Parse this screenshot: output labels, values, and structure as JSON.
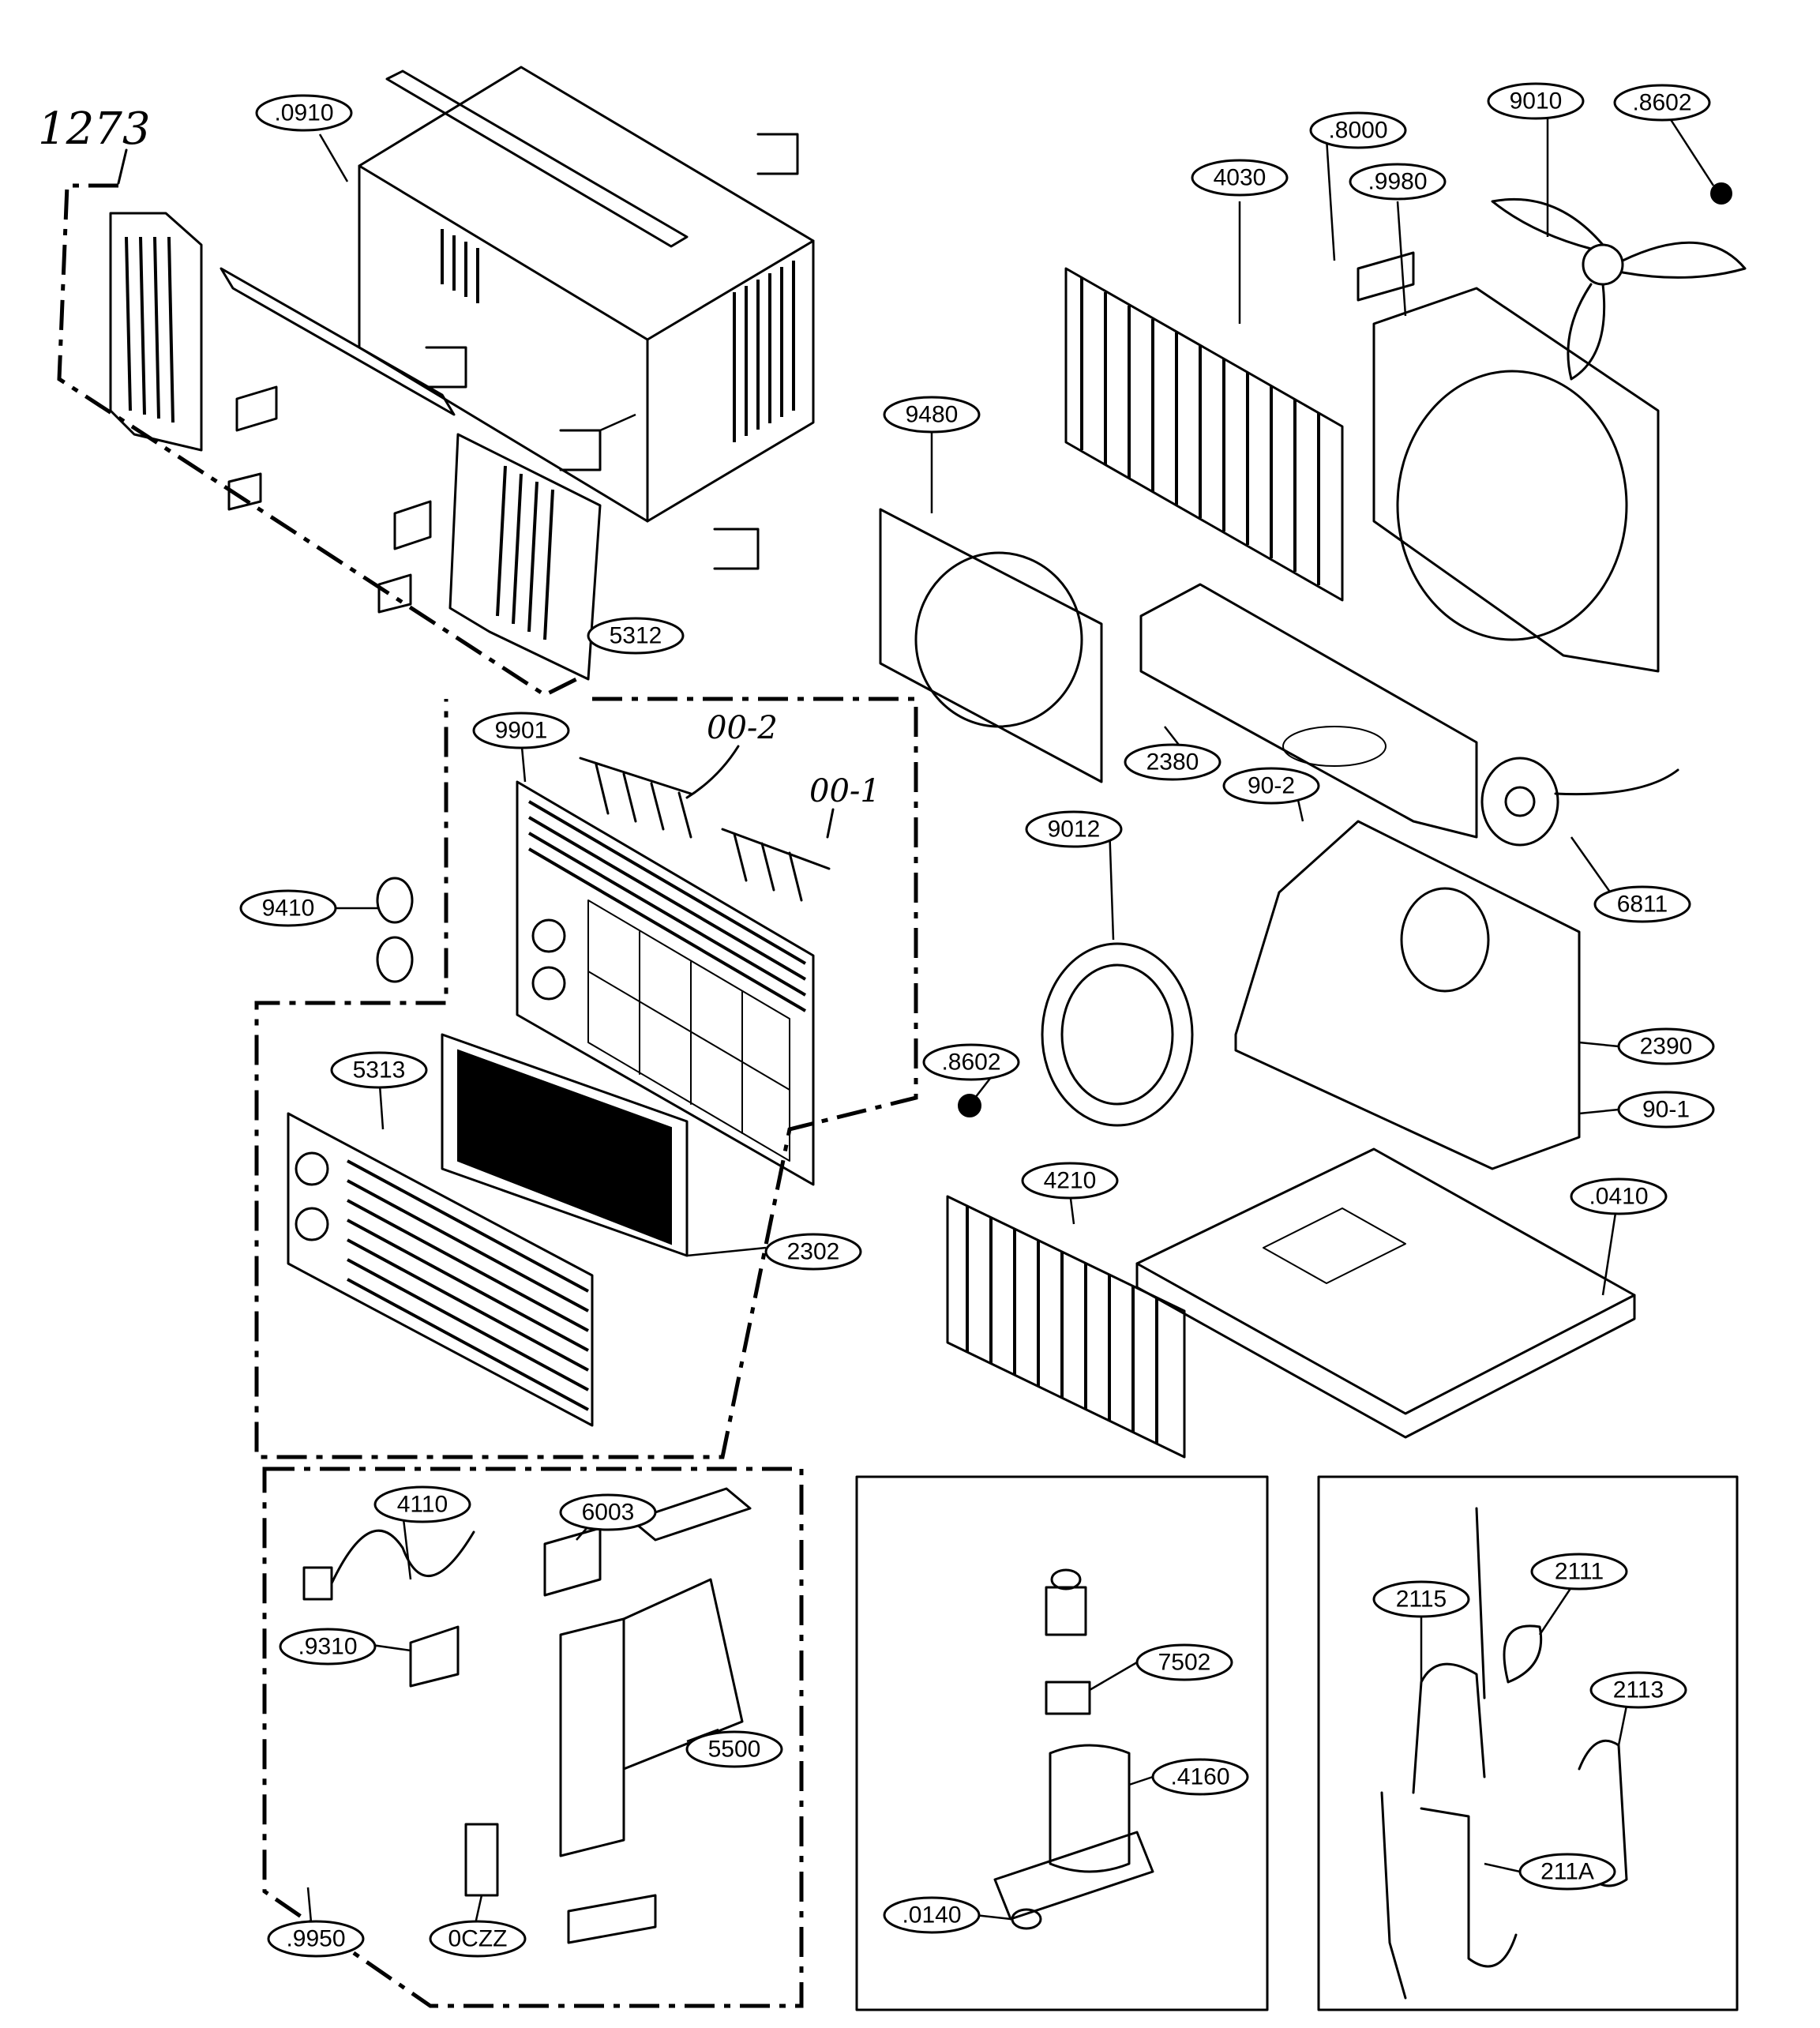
{
  "diagram": {
    "assembly_number": "1273",
    "handwritten_labels": [
      "00-2",
      "00-1"
    ],
    "callouts": [
      {
        "id": "c0910",
        "label": ".0910"
      },
      {
        "id": "c8000",
        "label": ".8000"
      },
      {
        "id": "c9010",
        "label": "9010"
      },
      {
        "id": "c8602a",
        "label": ".8602"
      },
      {
        "id": "c4030",
        "label": "4030"
      },
      {
        "id": "c9980",
        "label": ".9980"
      },
      {
        "id": "c9480",
        "label": "9480"
      },
      {
        "id": "c5312",
        "label": "5312"
      },
      {
        "id": "c9901",
        "label": "9901"
      },
      {
        "id": "c2380",
        "label": "2380"
      },
      {
        "id": "c90-2",
        "label": "90-2"
      },
      {
        "id": "c9410",
        "label": "9410"
      },
      {
        "id": "c9012",
        "label": "9012"
      },
      {
        "id": "c6811",
        "label": "6811"
      },
      {
        "id": "c8602b",
        "label": ".8602"
      },
      {
        "id": "c5313",
        "label": "5313"
      },
      {
        "id": "c2390",
        "label": "2390"
      },
      {
        "id": "c90-1",
        "label": "90-1"
      },
      {
        "id": "c4210",
        "label": "4210"
      },
      {
        "id": "c0410",
        "label": ".0410"
      },
      {
        "id": "c2302",
        "label": "2302"
      },
      {
        "id": "c4110",
        "label": "4110"
      },
      {
        "id": "c6003",
        "label": "6003"
      },
      {
        "id": "c9310",
        "label": ".9310"
      },
      {
        "id": "c5500",
        "label": "5500"
      },
      {
        "id": "c9950",
        "label": ".9950"
      },
      {
        "id": "c0CZZ",
        "label": "0CZZ"
      },
      {
        "id": "c7502",
        "label": "7502"
      },
      {
        "id": "c4160",
        "label": ".4160"
      },
      {
        "id": "c0140",
        "label": ".0140"
      },
      {
        "id": "c2111",
        "label": "2111"
      },
      {
        "id": "c2115",
        "label": "2115"
      },
      {
        "id": "c2113",
        "label": "2113"
      },
      {
        "id": "c211A",
        "label": "211A"
      }
    ]
  }
}
